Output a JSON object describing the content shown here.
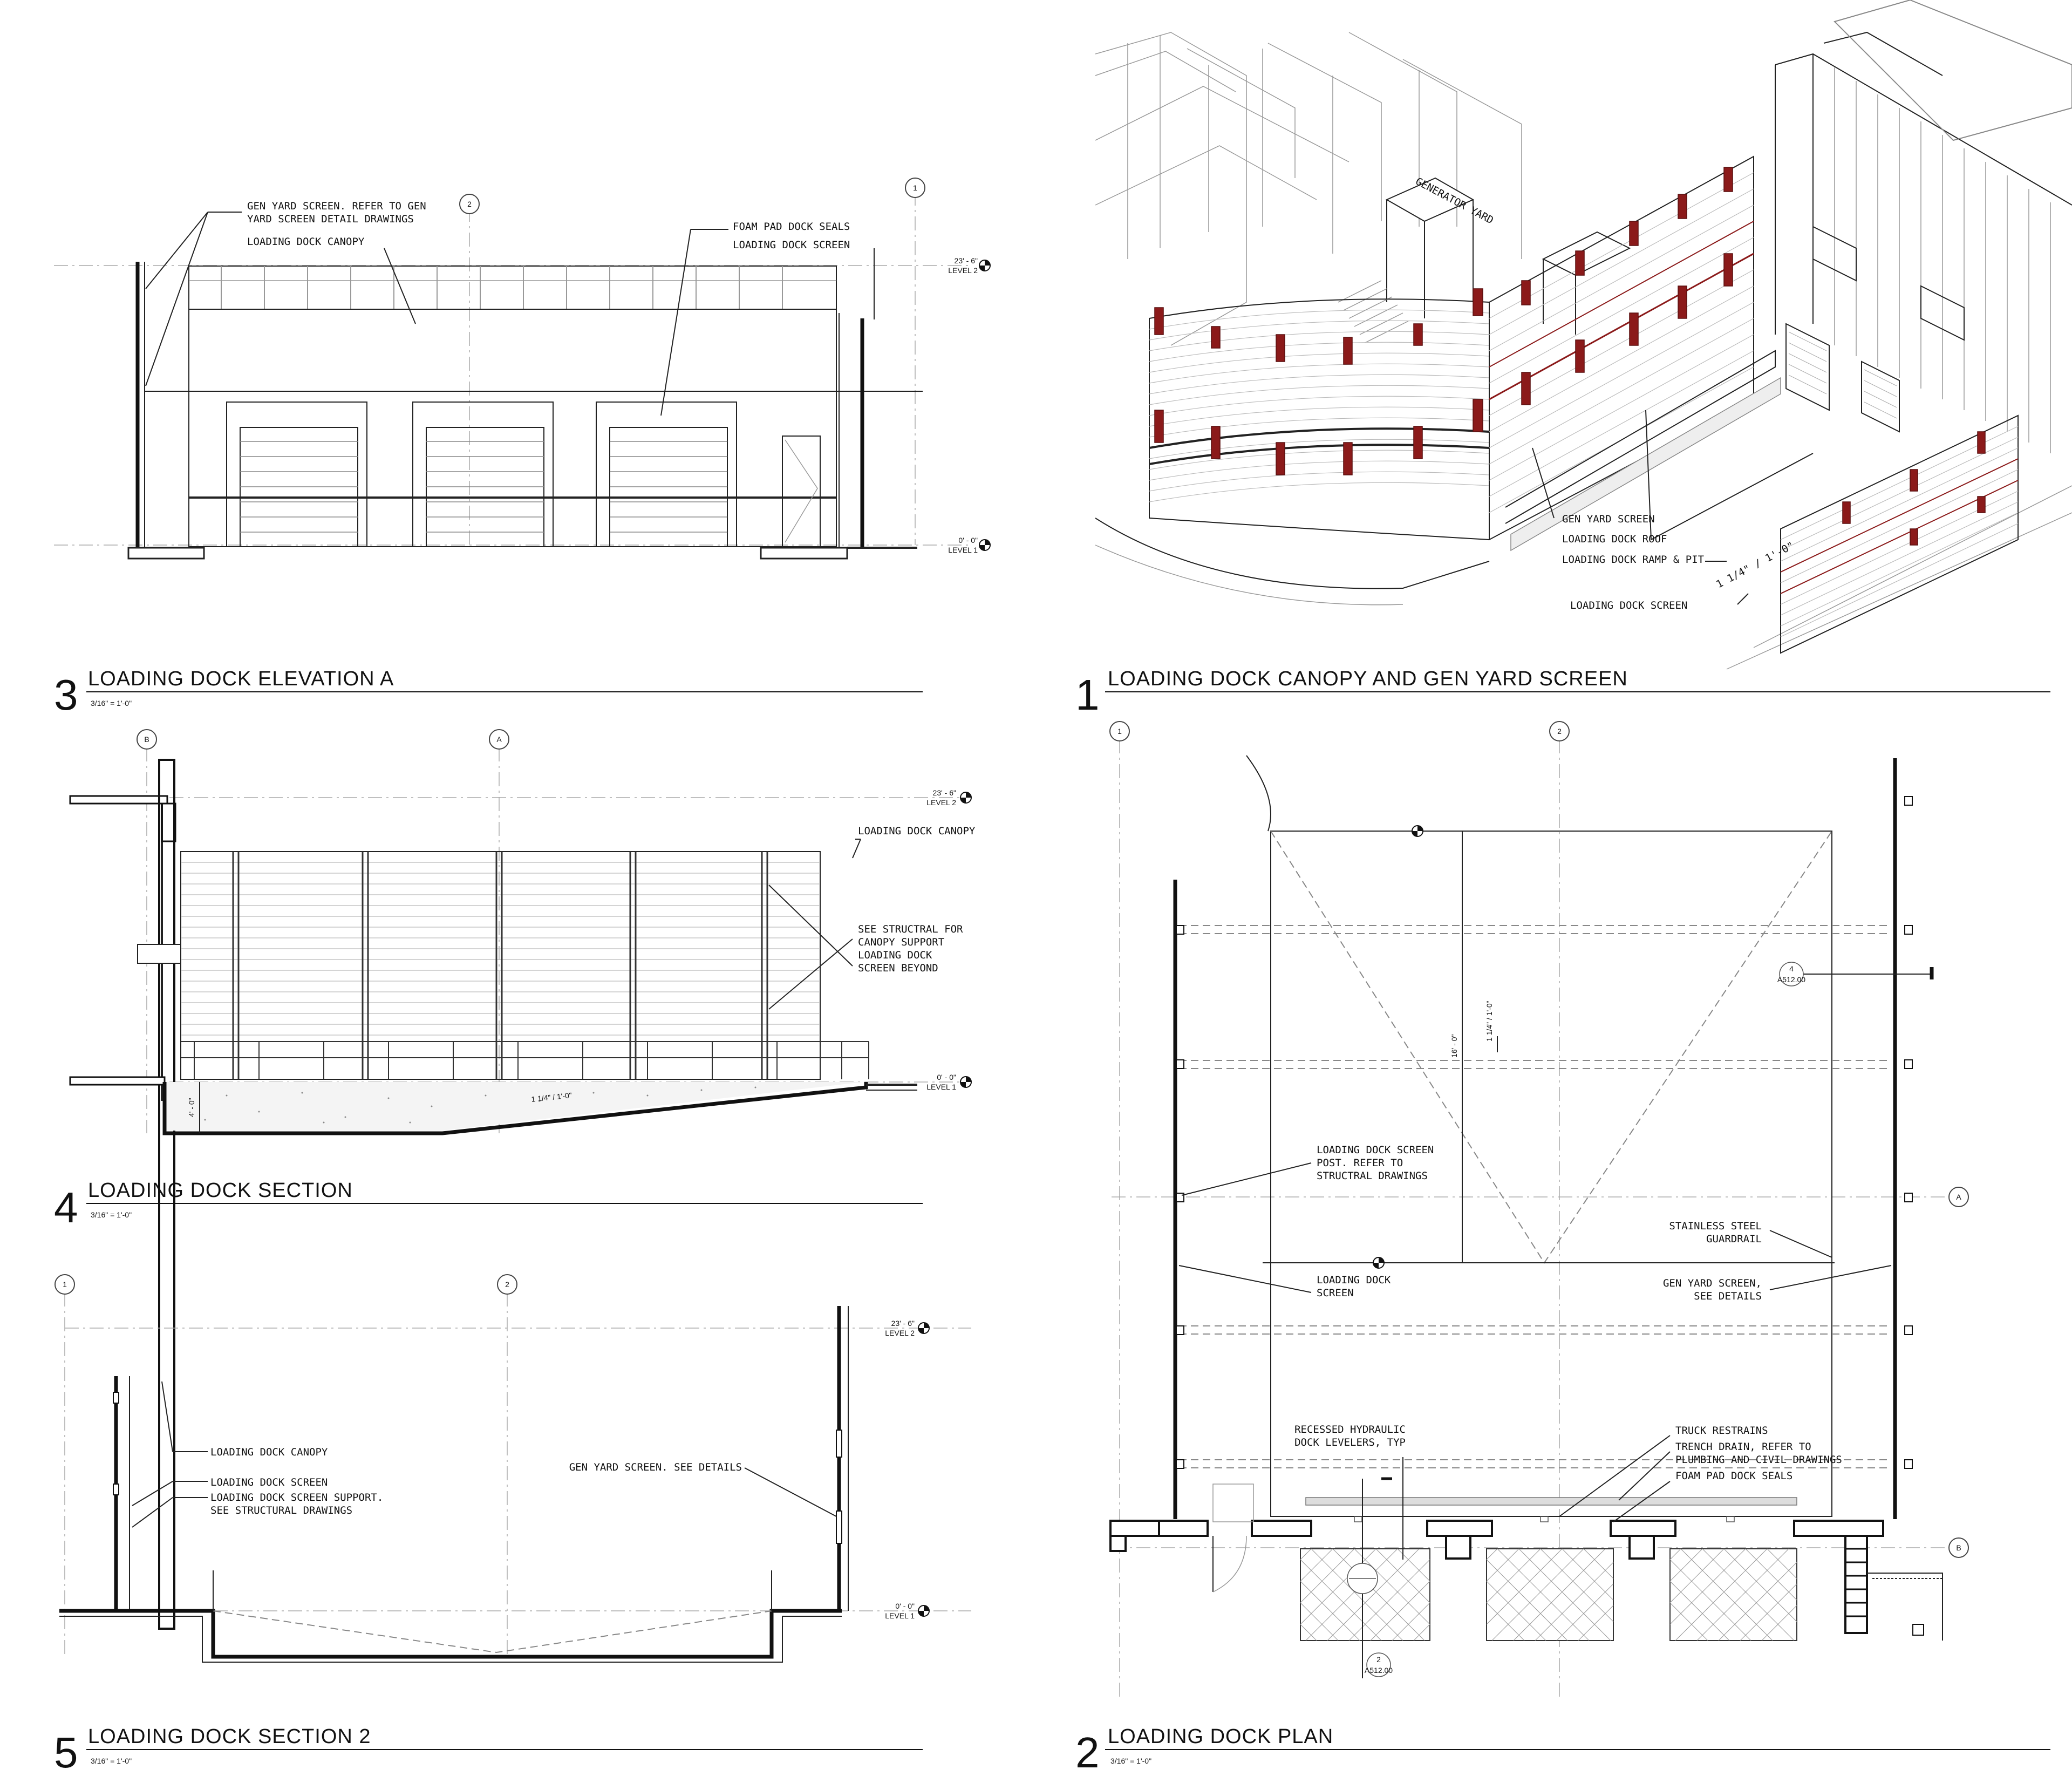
{
  "views": {
    "v3": {
      "number": "3",
      "title": "LOADING DOCK ELEVATION A",
      "scale": "3/16\" = 1'-0\""
    },
    "v1": {
      "number": "1",
      "title": "LOADING DOCK CANOPY AND GEN YARD SCREEN"
    },
    "v4": {
      "number": "4",
      "title": "LOADING DOCK SECTION",
      "scale": "3/16\" = 1'-0\""
    },
    "v2": {
      "number": "2",
      "title": "LOADING DOCK PLAN",
      "scale": "3/16\" = 1'-0\""
    },
    "v5": {
      "number": "5",
      "title": "LOADING DOCK SECTION 2",
      "scale": "3/16\" = 1'-0\""
    }
  },
  "levels": {
    "level2_elev": "23' - 6\"",
    "level2_name": "LEVEL 2",
    "level1_elev": "0' - 0\"",
    "level1_name": "LEVEL 1"
  },
  "grid": {
    "one": "1",
    "two": "2",
    "a": "A",
    "b": "B"
  },
  "elev_a_notes": {
    "gen_yard_1": "GEN YARD SCREEN. REFER TO GEN",
    "gen_yard_2": "YARD SCREEN DETAIL DRAWINGS",
    "canopy": "LOADING DOCK CANOPY",
    "foam": "FOAM PAD DOCK SEALS",
    "screen": "LOADING DOCK SCREEN"
  },
  "axon_notes": {
    "generator_yard": "GENERATOR YARD",
    "gen_yard_screen": "GEN YARD SCREEN",
    "dock_roof": "LOADING DOCK ROOF",
    "ramp_pit": "LOADING DOCK RAMP & PIT",
    "dock_screen": "LOADING DOCK SCREEN",
    "slope": "1 1/4\" / 1'-0\""
  },
  "section_notes": {
    "canopy": "LOADING DOCK CANOPY",
    "structural_1": "SEE STRUCTRAL FOR",
    "structural_2": "CANOPY SUPPORT",
    "screen_1": "LOADING DOCK",
    "screen_2": "SCREEN BEYOND",
    "slope": "1 1/4\" / 1'-0\"",
    "pit_dim": "4' - 0\""
  },
  "plan_notes": {
    "post_1": "LOADING DOCK SCREEN",
    "post_2": "POST. REFER TO",
    "post_3": "STRUCTRAL DRAWINGS",
    "screen_1": "LOADING DOCK",
    "screen_2": "SCREEN",
    "guardrail_1": "STAINLESS STEEL",
    "guardrail_2": "GUARDRAIL",
    "genyard_1": "GEN YARD SCREEN,",
    "genyard_2": "SEE  DETAILS",
    "leveler_1": "RECESSED HYDRAULIC",
    "leveler_2": "DOCK LEVELERS, TYP",
    "truck": "TRUCK RESTRAINS",
    "trench_1": "TRENCH DRAIN, REFER TO",
    "trench_2": "PLUMBING AND CIVIL DRAWINGS",
    "foam": "FOAM PAD DOCK SEALS",
    "slope": "1 1/4\" / 1'-0\"",
    "dim": "16' - 0\"",
    "sec_ref_top_num": "4",
    "sec_ref_top_sheet": "A512.00",
    "sec_ref_bot_num": "2",
    "sec_ref_bot_sheet": "A512.00"
  },
  "section2_notes": {
    "canopy": "LOADING DOCK CANOPY",
    "screen": "LOADING DOCK SCREEN",
    "support_1": "LOADING DOCK SCREEN SUPPORT.",
    "support_2": "SEE STRUCTURAL DRAWINGS",
    "genyard": "GEN YARD SCREEN. SEE DETAILS"
  },
  "colors": {
    "line": "#222222",
    "accent": "#8b1a1a",
    "background": "#ffffff"
  }
}
